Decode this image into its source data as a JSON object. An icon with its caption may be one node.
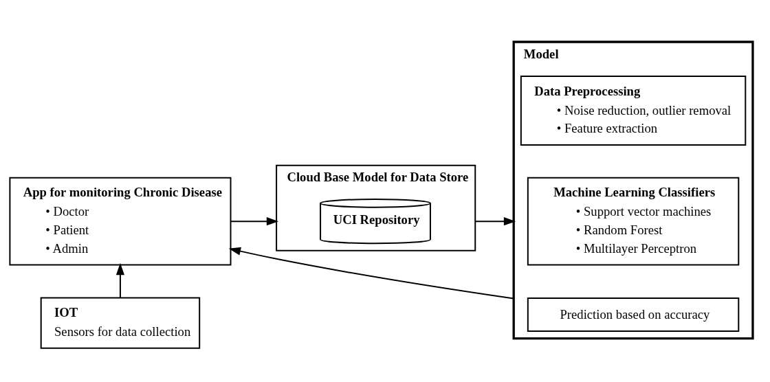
{
  "diagram": {
    "nodes": [
      {
        "text": [
          "App for monitoring Chronic Disease",
          "• Doctor",
          "• Patient",
          "• Admin"
        ]
      },
      {
        "text": [
          "IOT",
          "Sensors for data collection"
        ]
      },
      {
        "text": [
          "Cloud Base Model for Data Store"
        ]
      },
      {
        "text": [
          "UCI Repository"
        ],
        "in": 2
      },
      {
        "text": [
          "Model"
        ]
      },
      {
        "text": [
          "Data Preprocessing",
          "• Noise reduction, outlier removal",
          "• Feature extraction"
        ],
        "in": 4
      },
      {
        "text": [
          "Machine Learning Classifiers",
          "• Support vector machines",
          "• Random Forest",
          "• Multilayer Perceptron"
        ],
        "in": 4
      },
      {
        "text": [
          "Prediction based on accuracy"
        ],
        "in": 4
      }
    ],
    "edges": [
      {
        "from": 1,
        "to": 0,
        "arrow": "to"
      },
      {
        "from": 0,
        "to": 2,
        "arrow": "to"
      },
      {
        "from": 2,
        "to": 4,
        "arrow": "to"
      },
      {
        "from": 4,
        "to": 0,
        "arrow": "to"
      }
    ]
  }
}
